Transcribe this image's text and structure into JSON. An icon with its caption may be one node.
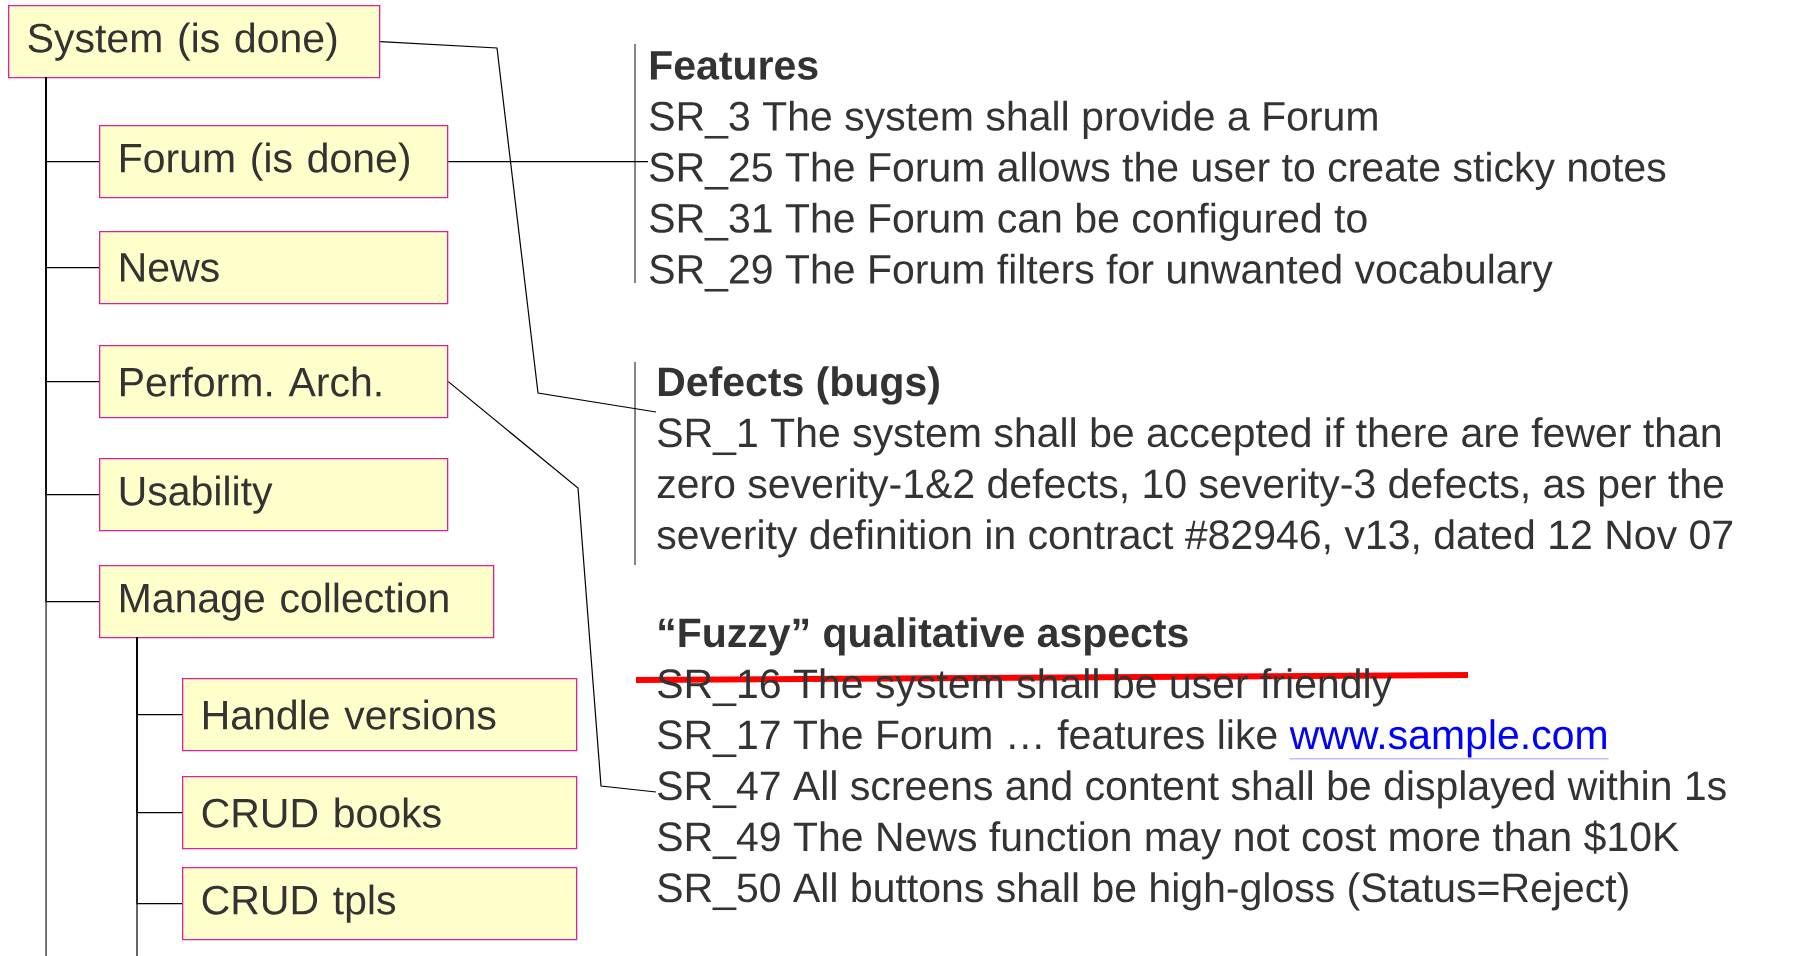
{
  "diagram": {
    "nodes": [
      {
        "text": [
          "System (is done)"
        ]
      },
      {
        "text": [
          "Forum (is done)"
        ]
      },
      {
        "text": [
          "News"
        ]
      },
      {
        "text": [
          "Perform. Arch."
        ]
      },
      {
        "text": [
          "Usability"
        ]
      },
      {
        "text": [
          "Manage collection"
        ]
      },
      {
        "text": [
          "Handle versions"
        ]
      },
      {
        "text": [
          "CRUD books"
        ]
      },
      {
        "text": [
          "CRUD tpls"
        ]
      },
      {
        "text": [
          "Features",
          "SR_3 The system shall provide a Forum",
          "SR_25 The Forum allows the user to create sticky notes",
          "SR_31 The Forum can be configured to",
          "SR_29 The Forum filters for unwanted vocabulary"
        ]
      },
      {
        "text": [
          "Defects (bugs)",
          "SR_1 The system shall be accepted if there are fewer than",
          "zero severity-1&2 defects, 10 severity-3 defects, as per the",
          "severity definition in contract #82946, v13, dated 12 Nov 07"
        ]
      },
      {
        "text": [
          "“Fuzzy” qualitative aspects",
          "SR_16 The system shall be user friendly",
          "SR_17 The Forum … features like",
          "SR_47 All screens and content shall be displayed within 1s",
          "SR_49 The News function may not cost more than $10K",
          "SR_50 All buttons shall be high-gloss (Status=Reject)"
        ]
      }
    ],
    "edges": [
      {
        "from": 0,
        "to": 1,
        "arrow": "none"
      },
      {
        "from": 0,
        "to": 2,
        "arrow": "none"
      },
      {
        "from": 0,
        "to": 3,
        "arrow": "none"
      },
      {
        "from": 0,
        "to": 4,
        "arrow": "none"
      },
      {
        "from": 0,
        "to": 5,
        "arrow": "none"
      },
      {
        "from": 5,
        "to": 6,
        "arrow": "none"
      },
      {
        "from": 5,
        "to": 7,
        "arrow": "none"
      },
      {
        "from": 5,
        "to": 8,
        "arrow": "none"
      },
      {
        "from": 0,
        "to": null,
        "arrow": "none"
      },
      {
        "from": 5,
        "to": null,
        "arrow": "none"
      },
      {
        "from": 0,
        "to": 10,
        "arrow": "none"
      },
      {
        "from": 1,
        "to": 9,
        "arrow": "none"
      },
      {
        "from": 3,
        "to": 11,
        "arrow": "none"
      }
    ],
    "labels": [
      "www.sample.com"
    ]
  }
}
